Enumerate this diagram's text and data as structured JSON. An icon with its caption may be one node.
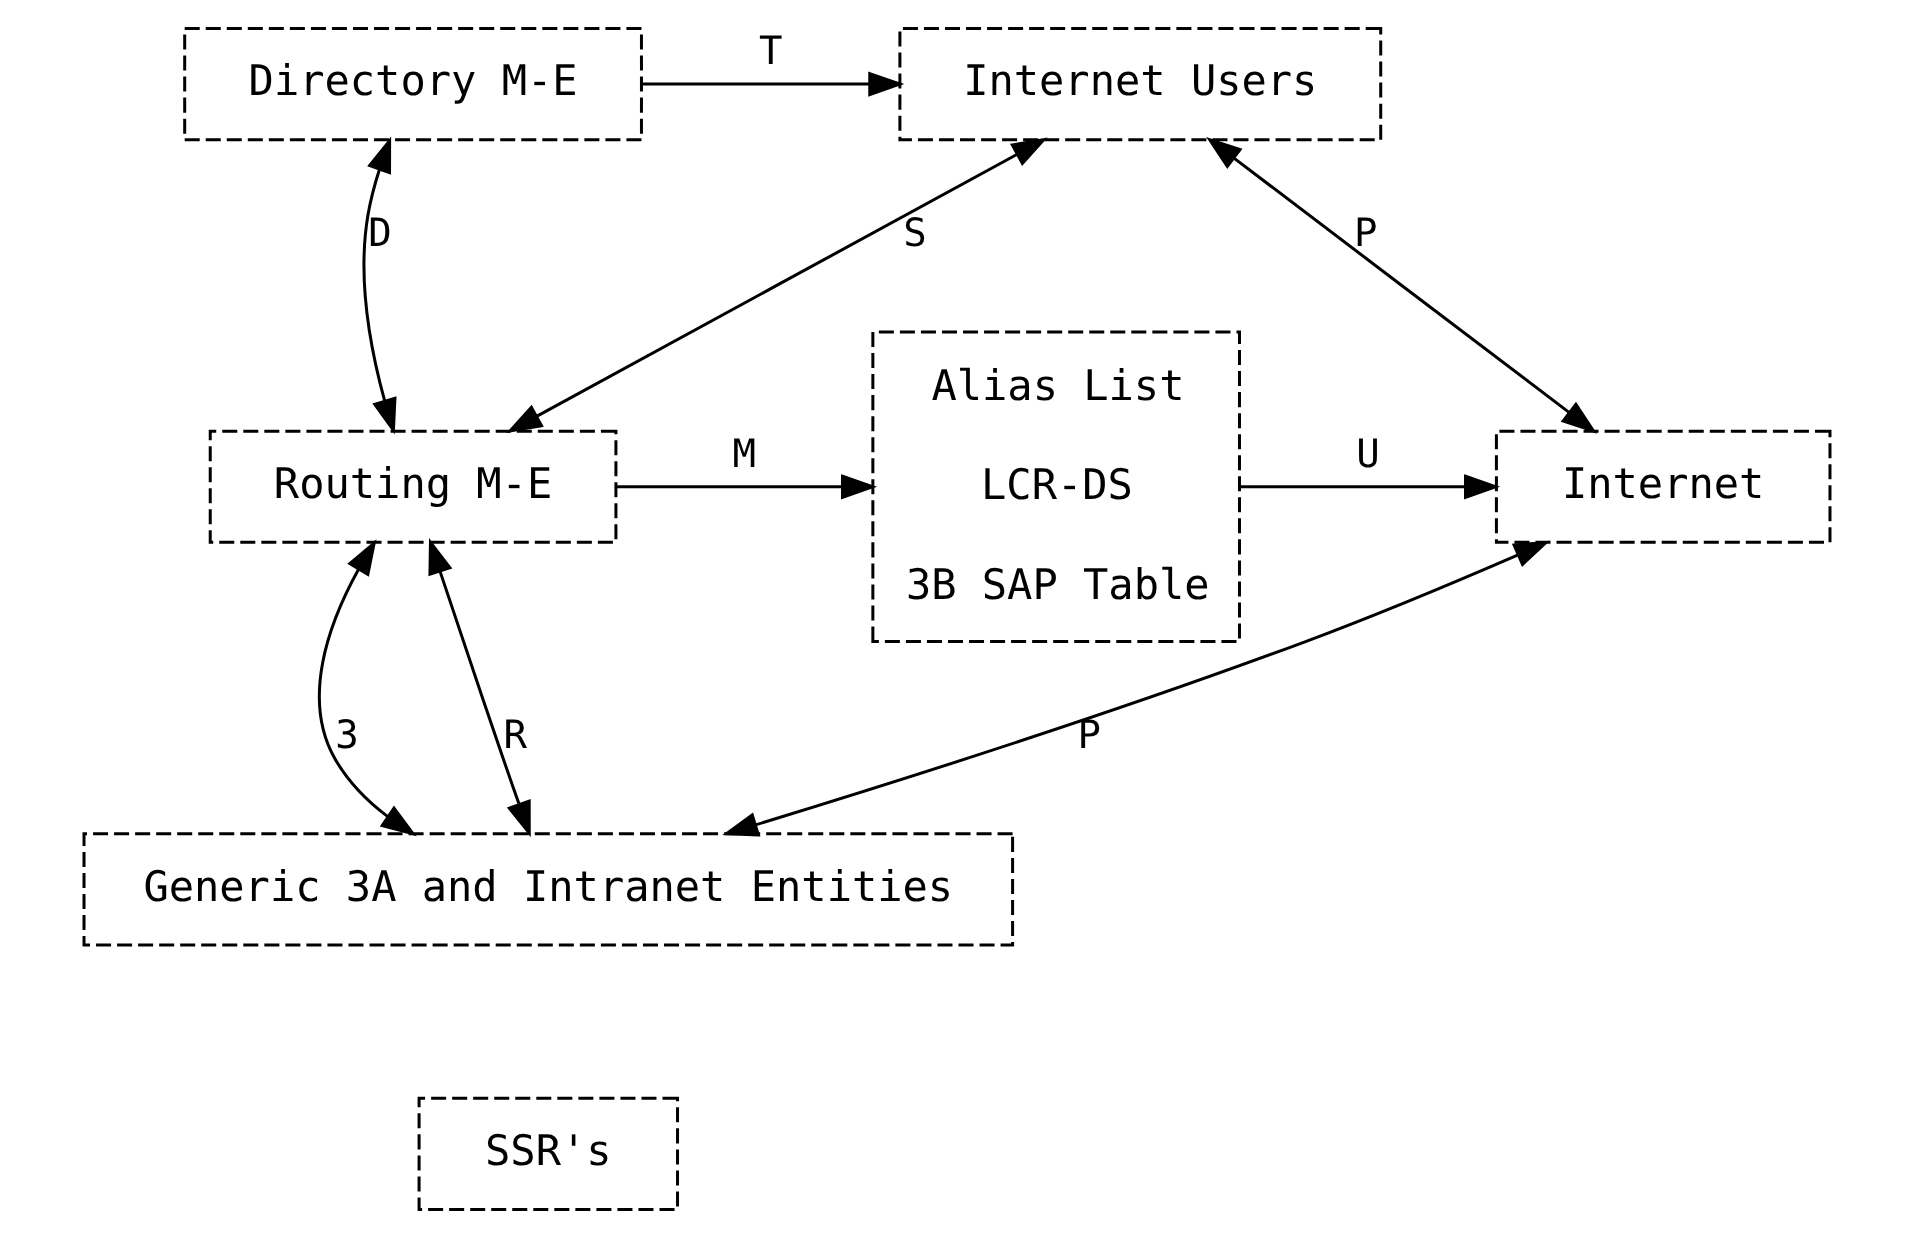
{
  "diagram": {
    "nodes": [
      {
        "text": [
          "Directory M-E"
        ]
      },
      {
        "text": [
          "Internet Users"
        ]
      },
      {
        "text": [
          "Routing M-E"
        ]
      },
      {
        "text": [
          "Alias List",
          "LCR-DS",
          "3B SAP Table"
        ]
      },
      {
        "text": [
          "Internet"
        ]
      },
      {
        "text": [
          "Generic 3A and Intranet Entities"
        ]
      },
      {
        "text": [
          "SSR's"
        ]
      }
    ],
    "edges": [
      {
        "from": 0,
        "to": 1,
        "arrow": "to",
        "label": "T"
      },
      {
        "from": 0,
        "to": 2,
        "arrow": "both",
        "label": "D"
      },
      {
        "from": 1,
        "to": 2,
        "arrow": "both",
        "label": "S"
      },
      {
        "from": 1,
        "to": 4,
        "arrow": "both",
        "label": "P"
      },
      {
        "from": 2,
        "to": 3,
        "arrow": "to",
        "label": "M"
      },
      {
        "from": 3,
        "to": 4,
        "arrow": "to",
        "label": "U"
      },
      {
        "from": 2,
        "to": 5,
        "arrow": "both",
        "label": "3"
      },
      {
        "from": 2,
        "to": 5,
        "arrow": "both",
        "label": "R"
      },
      {
        "from": 4,
        "to": 5,
        "arrow": "both",
        "label": "P"
      }
    ]
  }
}
